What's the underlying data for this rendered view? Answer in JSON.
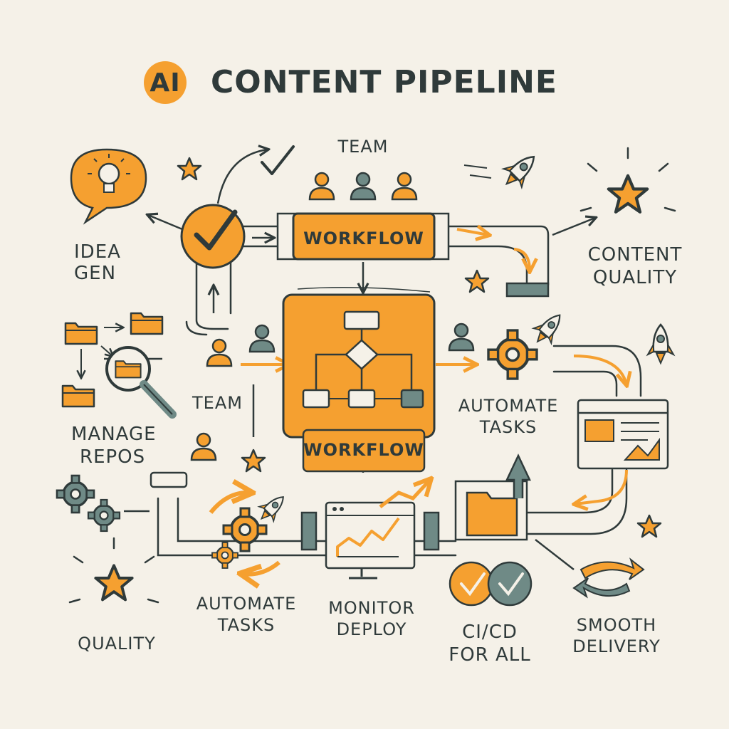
{
  "title": {
    "badge": "AI",
    "text": "CONTENT PIPELINE"
  },
  "labels": {
    "team_top": "TEAM",
    "idea_line1": "IDEA",
    "idea_line2": "GEN",
    "content_line1": "CONTENT",
    "content_line2": "QUALITY",
    "workflow_top": "WORKFLOW",
    "workflow_bottom": "WORKFLOW",
    "team_left": "TEAM",
    "manage_line1": "MANAGE",
    "manage_line2": "REPOS",
    "automate_right_line1": "AUTOMATE",
    "automate_right_line2": "TASKS",
    "automate_bottom_line1": "AUTOMATE",
    "automate_bottom_line2": "TASKS",
    "monitor_line1": "MONITOR",
    "monitor_line2": "DEPLOY",
    "cicd_line1": "CI/CD",
    "cicd_line2": "FOR ALL",
    "smooth_line1": "SMOOTH",
    "smooth_line2": "DELIVERY",
    "quality": "QUALITY"
  },
  "colors": {
    "orange": "#f5a030",
    "teal": "#6f8a86",
    "ink": "#2f3a3a",
    "background": "#f5f1e8"
  },
  "icons": [
    "lightbulb-icon",
    "checkmark-icon",
    "team-icon",
    "rocket-icon",
    "star-icon",
    "folder-icon",
    "magnifier-icon",
    "flowchart-icon",
    "gear-icon",
    "browser-icon",
    "monitor-chart-icon",
    "upload-arrow-icon",
    "double-check-icon",
    "swoosh-arrows-icon"
  ]
}
